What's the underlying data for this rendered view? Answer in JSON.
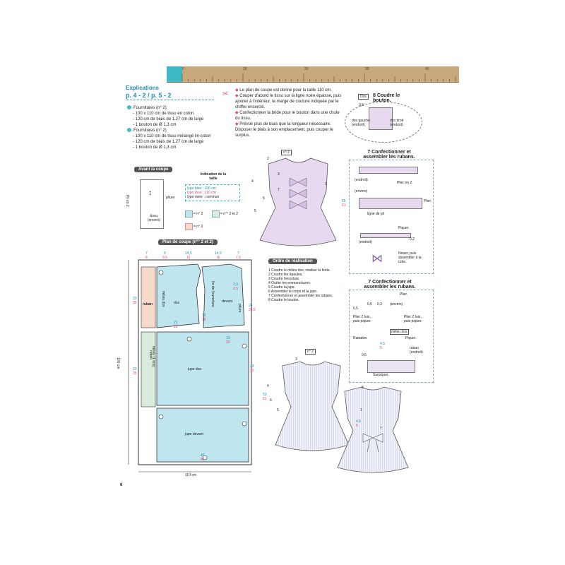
{
  "ruler": {
    "numbers": [
      "0",
      "10",
      "20",
      "30",
      "40"
    ],
    "colors": {
      "ruler": "#c8a97e",
      "accent": "#3fb9c6"
    }
  },
  "header": {
    "explications": "Explications",
    "pages": "p. 4 - 2 / p. 5 - 2"
  },
  "materials": {
    "group1_title": "Fournitures (n° 2)",
    "group1_items": [
      "- 100 x 110 cm de tissu en coton",
      "- 120 cm de biais de 1,27 cm de large",
      "- 1 bouton de Ø 1,3 cm"
    ],
    "group2_title": "Fournitures (n° 2)",
    "group2_items": [
      "- 100 x 110 cm de tissu mélangé lin-coton",
      "- 120 cm de biais de 1,27 cm de large",
      "- 1 bouton de Ø 1,3 cm"
    ]
  },
  "notes": [
    "Le plan de coupe est donné pour la taille 110 cm.",
    "Couper d'abord le tissu sur la ligne noire épaisse, puis ajouter à l'intérieur, la marge de couture indiquée par le chiffre encerclé.",
    "Confectionner la bride pour le bouton dans une chute du tissu.",
    "Prévoir plus de biais que la longueur nécessaire. Disposer le biais à son emplacement, puis couper le surplus."
  ],
  "avant_coupe": {
    "title": "Avant la coupe",
    "pli": "Pli en 2.",
    "pliure": "pliure",
    "tissu": "tissu (envers)"
  },
  "indication": {
    "title": "Indication de la taille",
    "bleu": "typo bleu : 100 cm",
    "rose": "typo rose : 110 cm",
    "commun": "typo noire : commun"
  },
  "legend": {
    "a": "= n° 2",
    "b": "= n°° 2 et 2",
    "c": "= n° 2"
  },
  "plan": {
    "title": "Plan de coupe (n°° 2 et 2)",
    "top_nums": [
      "7",
      "8",
      "9",
      "9,5",
      "14,5",
      "16",
      "14,5",
      "16",
      "7",
      "7,5"
    ],
    "side_nums": [
      "33",
      "35",
      "100 cm",
      "33",
      "35"
    ],
    "labels": {
      "ruban": "ruban",
      "milieu_dos": "milieu dos",
      "dos": "dos",
      "fin_ouverture": "fin de l'ouverture",
      "devant": "devant",
      "pliure": "pliure",
      "ruban2": "ruban",
      "milieu_dos2": "milieu (1 fois)",
      "jupe_dos": "jupe dos",
      "jupe_devant": "jupe devant",
      "bottom": "110 cm",
      "n21": "21",
      "n22": "22",
      "n19": "19",
      "n20": "20",
      "n23": "2,3",
      "n25": "2,5",
      "n24": "24",
      "n255": "25,5",
      "n13": "13",
      "n15": "15",
      "n29": "29",
      "n30": "30",
      "n45": "45",
      "n47": "47"
    }
  },
  "order": {
    "title": "Ordre de réalisation",
    "steps": [
      "1 Coudre le milieu dos, réaliser la fente.",
      "2 Coudre les épaules.",
      "3 Coudre l'encolure.",
      "4 Ourler les emmanchures.",
      "5 Coudre la jupe.",
      "6 Assembler le corps et la jupe.",
      "7 Confectionner et assembler les rubans.",
      "8 Coudre le bouton."
    ]
  },
  "step8": {
    "title": "8 Coudre le bouton.",
    "dos": "Dos",
    "v05": "0,5",
    "dos_gauche": "dos gauche (endroit)",
    "dos_droit": "dos droit (endroit)"
  },
  "step7a": {
    "title": "7 Confectionner et assembler les rubans.",
    "endroit": "(endroit)",
    "envers": "(envers)",
    "plier_2": "Plier en 2.",
    "plier": "Plier.",
    "ligne": "ligne de pli",
    "piquer": "Piquer.",
    "v02": "0,2",
    "nouer": "Nouer, puis assembler à la robe."
  },
  "step7b": {
    "title": "7 Confectionner et assembler les rubans.",
    "plier": "Plier.",
    "envers": "(envers)",
    "v05": "0,5",
    "v03": "0,3",
    "plier2": "Plier 2 fois, puis piquer.",
    "milieu_dos": "milieu dos",
    "rabattre": "Rabattre.",
    "piquer": "Piquer.",
    "ruban": "ruban (endroit)",
    "surpiquer": "Surpiquer.",
    "v45": "4,5",
    "v5": "5"
  },
  "dress_top": {
    "size": "n° 2",
    "nums": [
      "2",
      "3",
      "4",
      "5",
      "6",
      "7",
      "1",
      "55",
      "61"
    ]
  },
  "dress_bottom": {
    "size": "n° 2",
    "nums": [
      "3",
      "4",
      "6",
      "5",
      "1",
      "8",
      "7",
      "53",
      "61",
      "4,5",
      "5"
    ]
  },
  "page_number": "6"
}
